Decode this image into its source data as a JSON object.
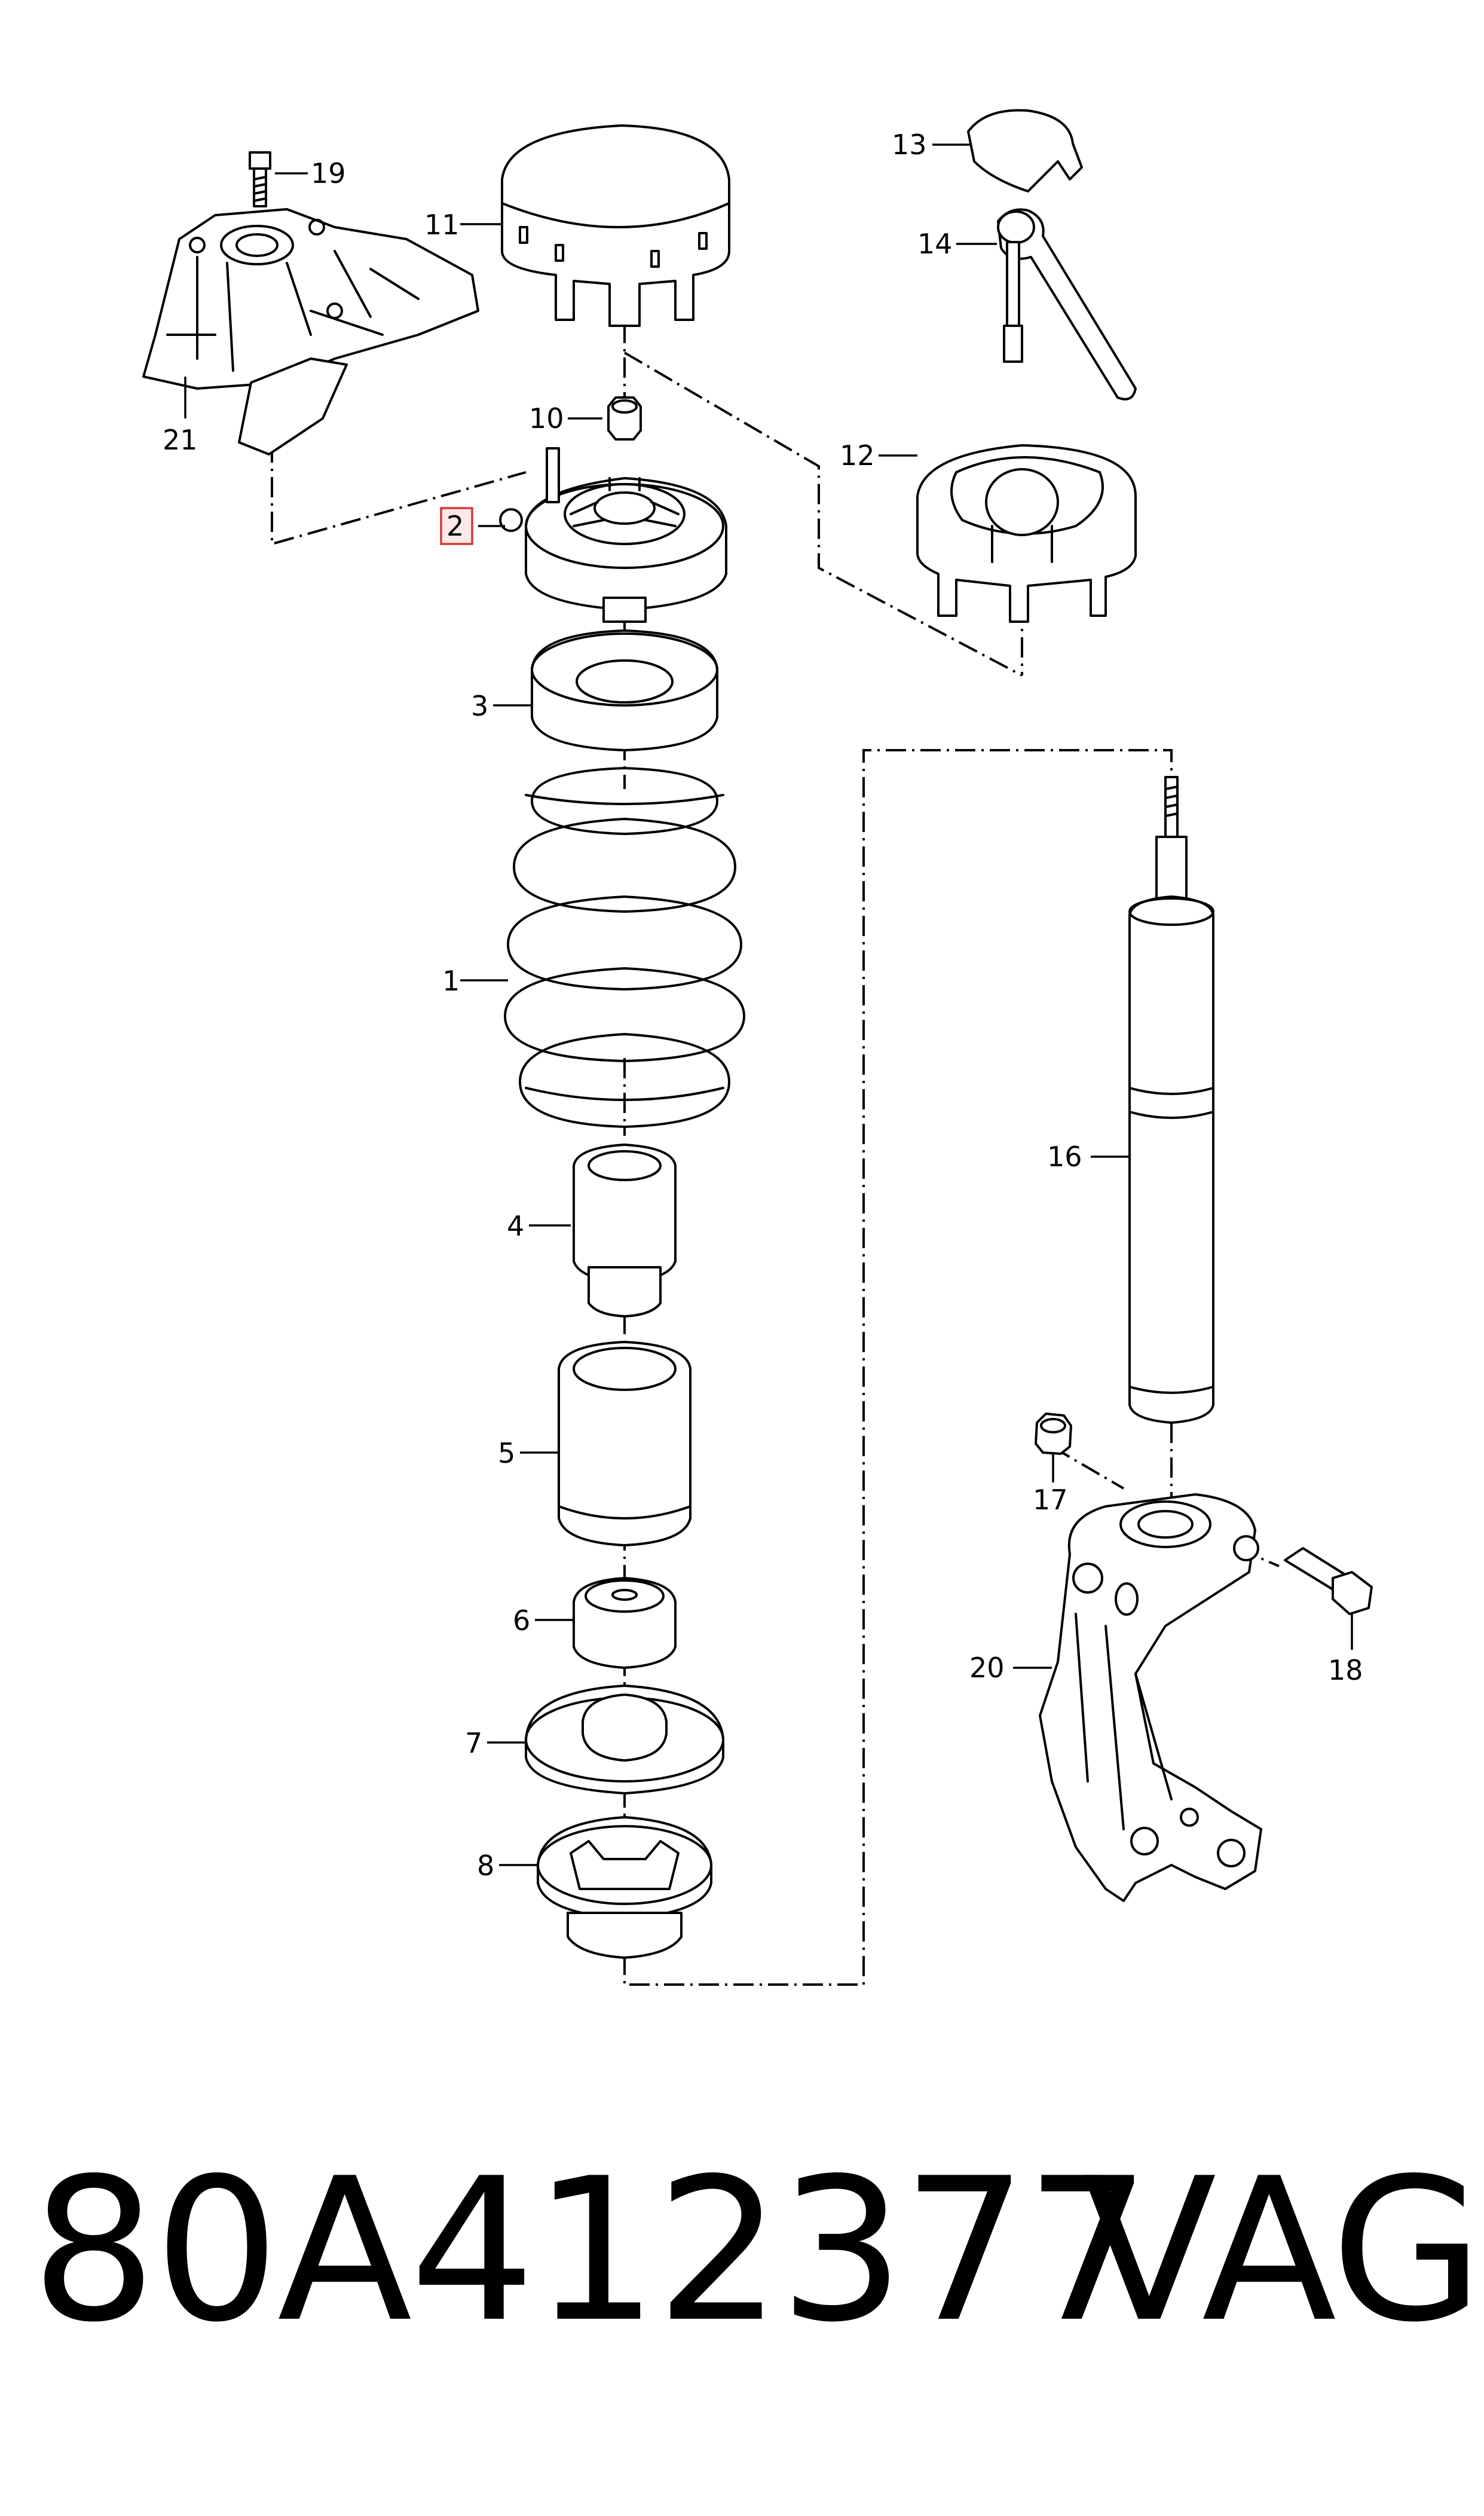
{
  "callouts": {
    "c1": "1",
    "c2": "2",
    "c3": "3",
    "c4": "4",
    "c5": "5",
    "c6": "6",
    "c7": "7",
    "c8": "8",
    "c10": "10",
    "c11": "11",
    "c12": "12",
    "c13": "13",
    "c14": "14",
    "c16": "16",
    "c17": "17",
    "c18": "18",
    "c19": "19",
    "c20": "20",
    "c21": "21"
  },
  "highlighted_callout": "2",
  "footer": {
    "part_number": "80A412377",
    "brand": "VAG"
  },
  "colors": {
    "line": "#000000",
    "highlight_border": "#d43a3a",
    "highlight_fill": "#fde8e8",
    "background": "#ffffff"
  }
}
